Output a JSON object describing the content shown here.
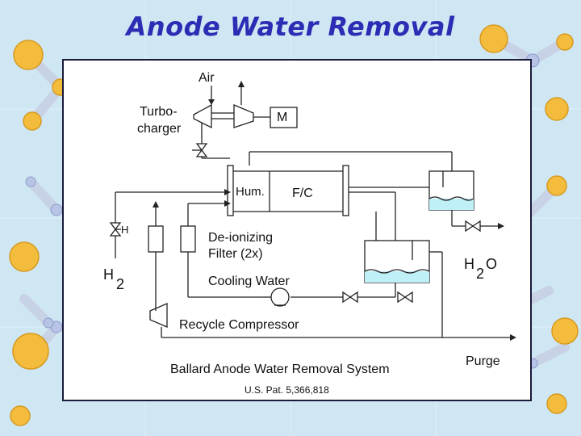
{
  "title": "Anode Water Removal",
  "colors": {
    "title": "#2c2cb4",
    "background": "#cfe7f3",
    "molecule_ball": "#f4bc3c",
    "molecule_bond": "#c8d2e6",
    "water": "#bff0f8"
  },
  "labels": {
    "air": "Air",
    "turbocharger_line1": "Turbo-",
    "turbocharger_line2": "charger",
    "motor": "M",
    "humidifier": "Hum.",
    "fuel_cell": "F/C",
    "h2_main": "H",
    "h2_sub": "2",
    "valve_h": "H",
    "deionizing_line1": "De-ionizing",
    "deionizing_line2": "Filter (2x)",
    "cooling_water": "Cooling Water",
    "water_main": "H",
    "water_sub": "2",
    "water_o": "O",
    "recycle_compressor": "Recycle Compressor",
    "purge": "Purge",
    "system_name": "Ballard Anode Water Removal System",
    "patent": "U.S. Pat. 5,366,818"
  }
}
